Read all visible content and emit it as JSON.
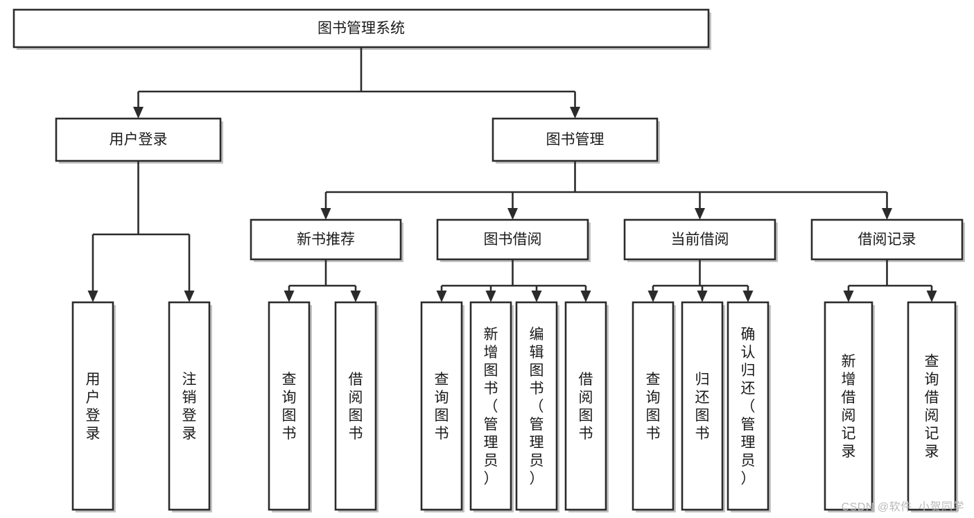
{
  "diagram": {
    "title": "图书管理系统",
    "type": "tree",
    "orientation": "top-down",
    "colors": {
      "box_fill": "#ffffff",
      "box_stroke": "#2b2b2b",
      "connector": "#2b2b2b",
      "text": "#1a1a1a",
      "background": "#ffffff",
      "watermark": "#b9b9b9"
    },
    "root": {
      "label": "图书管理系统",
      "orientation": "horizontal"
    },
    "level2": [
      {
        "label": "用户登录",
        "orientation": "horizontal"
      },
      {
        "label": "图书管理",
        "orientation": "horizontal"
      }
    ],
    "level3": [
      {
        "label": "新书推荐",
        "orientation": "horizontal",
        "parent": "图书管理"
      },
      {
        "label": "图书借阅",
        "orientation": "horizontal",
        "parent": "图书管理"
      },
      {
        "label": "当前借阅",
        "orientation": "horizontal",
        "parent": "图书管理"
      },
      {
        "label": "借阅记录",
        "orientation": "horizontal",
        "parent": "图书管理"
      }
    ],
    "leaves": {
      "用户登录": [
        {
          "label": "用户登录",
          "orientation": "vertical"
        },
        {
          "label": "注销登录",
          "orientation": "vertical"
        }
      ],
      "新书推荐": [
        {
          "label": "查询图书",
          "orientation": "vertical"
        },
        {
          "label": "借阅图书",
          "orientation": "vertical"
        }
      ],
      "图书借阅": [
        {
          "label": "查询图书",
          "orientation": "vertical"
        },
        {
          "label": "新增图书（管理员）",
          "orientation": "vertical"
        },
        {
          "label": "编辑图书（管理员）",
          "orientation": "vertical"
        },
        {
          "label": "借阅图书",
          "orientation": "vertical"
        }
      ],
      "当前借阅": [
        {
          "label": "查询图书",
          "orientation": "vertical"
        },
        {
          "label": "归还图书",
          "orientation": "vertical"
        },
        {
          "label": "确认归还（管理员）",
          "orientation": "vertical"
        }
      ],
      "借阅记录": [
        {
          "label": "新增借阅记录",
          "orientation": "vertical"
        },
        {
          "label": "查询借阅记录",
          "orientation": "vertical"
        }
      ]
    }
  },
  "watermark": {
    "text": "CSDN @软件_小贺同学"
  }
}
